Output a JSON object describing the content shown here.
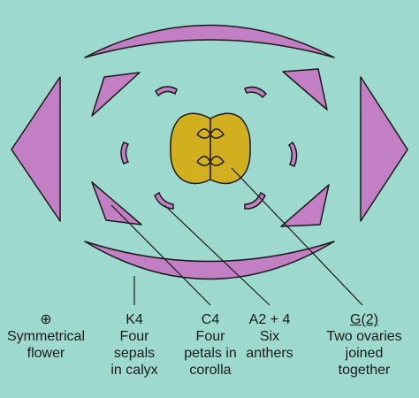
{
  "colors": {
    "background": "#9ed9cf",
    "sepal": "#c27fc3",
    "petal": "#c27fc3",
    "ovary": "#d2af1e",
    "outline": "#1a1a1a"
  },
  "labels": {
    "symmetry": {
      "symbol": "⊕",
      "line1": "Symmetrical",
      "line2": "flower"
    },
    "calyx": {
      "formula": "K4",
      "line1": "Four",
      "line2": "sepals",
      "line3": "in calyx"
    },
    "corolla": {
      "formula": "C4",
      "line1": "Four",
      "line2": "petals in",
      "line3": "corolla"
    },
    "androecium": {
      "formula": "A2 + 4",
      "line1": "Six",
      "line2": "anthers"
    },
    "gynoecium": {
      "formula": "G(2)",
      "line1": "Two ovaries",
      "line2": "joined",
      "line3": "together"
    }
  }
}
